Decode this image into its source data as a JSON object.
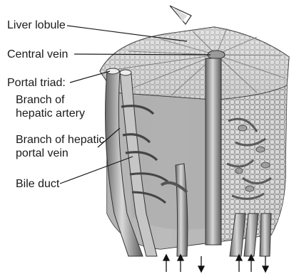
{
  "labels": {
    "liver_lobule": "Liver lobule",
    "central_vein": "Central vein",
    "portal_triad": "Portal triad:",
    "branch_hepatic_artery": "Branch of\nhepatic artery",
    "branch_hepatic_portal_vein": "Branch of hepatic\nportal vein",
    "bile_duct": "Bile duct"
  },
  "flow_arrows": {
    "left_group": [
      "up",
      "up",
      "down"
    ],
    "right_group": [
      "up",
      "up",
      "down"
    ]
  },
  "colors": {
    "tissue_light": "#d4d4d4",
    "tissue_mid": "#a8a8a8",
    "tissue_dark": "#5e5e5e",
    "outline": "#2b2b2b",
    "label_text": "#1a1a1a"
  }
}
